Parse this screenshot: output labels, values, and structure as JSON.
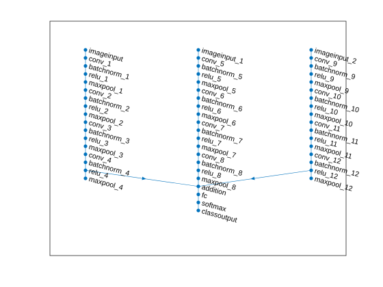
{
  "colors": {
    "node": "#0072BD",
    "edge": "#0072BD",
    "text": "#000000",
    "axes": "#262626",
    "background": "#ffffff"
  },
  "graph": {
    "columns": [
      {
        "id": "left",
        "nodes": [
          "imageinput",
          "conv_1",
          "batchnorm_1",
          "relu_1",
          "maxpool_1",
          "conv_2",
          "batchnorm_2",
          "relu_2",
          "maxpool_2",
          "conv_3",
          "batchnorm_3",
          "relu_3",
          "maxpool_3",
          "conv_4",
          "batchnorm_4",
          "relu_4",
          "maxpool_4"
        ]
      },
      {
        "id": "middle",
        "nodes": [
          "imageinput_1",
          "conv_5",
          "batchnorm_5",
          "relu_5",
          "maxpool_5",
          "conv_6",
          "batchnorm_6",
          "relu_6",
          "maxpool_6",
          "conv_7",
          "batchnorm_7",
          "relu_7",
          "maxpool_7",
          "conv_8",
          "batchnorm_8",
          "relu_8",
          "maxpool_8",
          "addition",
          "fc",
          "softmax",
          "classoutput"
        ]
      },
      {
        "id": "right",
        "nodes": [
          "imageinput_2",
          "conv_9",
          "batchnorm_9",
          "relu_9",
          "maxpool_9",
          "conv_10",
          "batchnorm_10",
          "relu_10",
          "maxpool_10",
          "conv_11",
          "batchnorm_11",
          "relu_11",
          "maxpool_11",
          "conv_12",
          "batchnorm_12",
          "relu_12",
          "maxpool_12"
        ]
      }
    ],
    "cross_edges": [
      {
        "from": "relu_4",
        "to": "addition"
      },
      {
        "from": "relu_12",
        "to": "addition"
      }
    ]
  }
}
